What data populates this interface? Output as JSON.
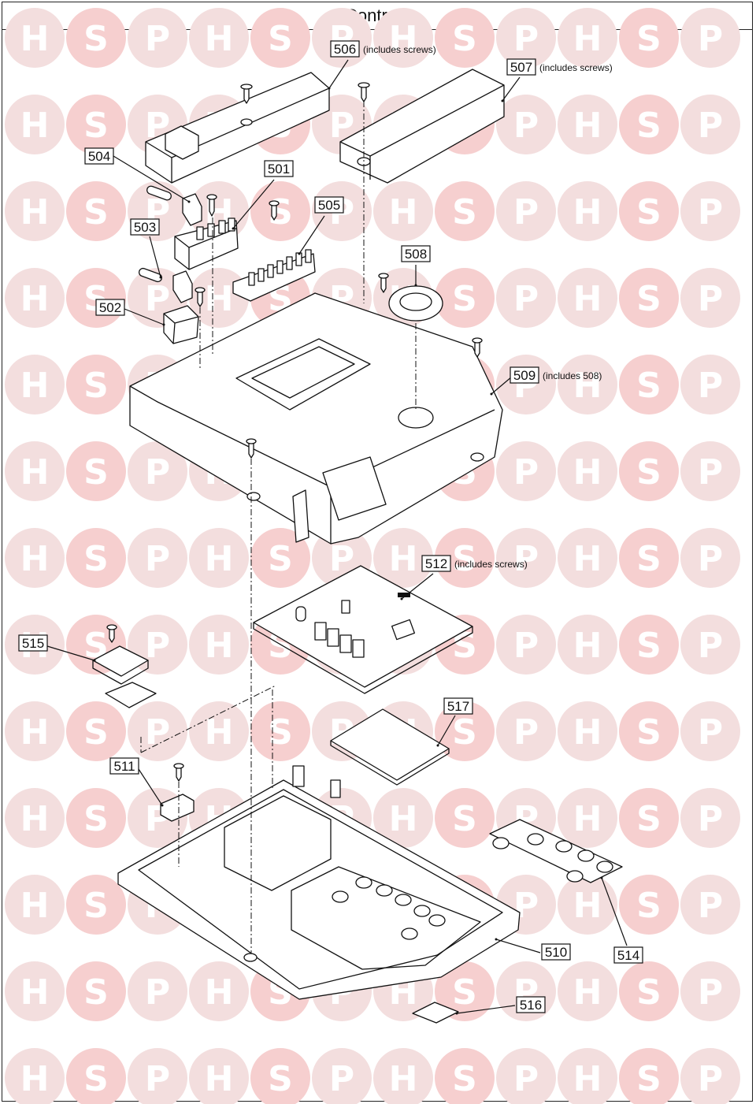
{
  "title": "Controls",
  "watermark": {
    "letters": [
      "H",
      "S",
      "P"
    ],
    "circle_color": "#f3dede",
    "circle_color_s": "#f6cfcf",
    "letter_color": "#ffffff"
  },
  "parts": [
    {
      "id": "506",
      "note": "(includes screws)"
    },
    {
      "id": "507",
      "note": "(includes screws)"
    },
    {
      "id": "504",
      "note": ""
    },
    {
      "id": "501",
      "note": ""
    },
    {
      "id": "505",
      "note": ""
    },
    {
      "id": "503",
      "note": ""
    },
    {
      "id": "508",
      "note": ""
    },
    {
      "id": "502",
      "note": ""
    },
    {
      "id": "509",
      "note": "(includes 508)"
    },
    {
      "id": "512",
      "note": "(includes screws)"
    },
    {
      "id": "515",
      "note": ""
    },
    {
      "id": "517",
      "note": ""
    },
    {
      "id": "511",
      "note": ""
    },
    {
      "id": "510",
      "note": ""
    },
    {
      "id": "514",
      "note": ""
    },
    {
      "id": "516",
      "note": ""
    }
  ]
}
